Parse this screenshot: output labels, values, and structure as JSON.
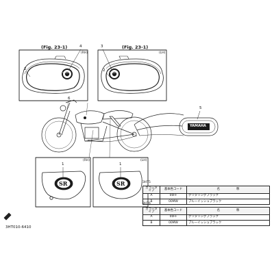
{
  "figure_refs": {
    "left": "(Fig. 23-1)",
    "right": "(Fig. 23-1)"
  },
  "side_labels": {
    "top_left": "(RH)",
    "top_right": "(LH)",
    "bottom_left": "(RH)",
    "bottom_right": "(LH)"
  },
  "callouts": {
    "tank_rh_emblem": "4",
    "tank_rh_stripe": "2",
    "tank_lh_emblem": "3",
    "tank_lh_stripe": "2",
    "bike_marker": "6",
    "cover_rh": "1",
    "cover_lh": "1",
    "tank_closeup_label": "5"
  },
  "brand_text": {
    "tank_rh_logo": "YAMAHA",
    "tank_lh_logo": "YAMAHA",
    "emblem_closeup": "YAMAHA",
    "cover_rh_logo": "SR",
    "cover_lh_logo": "SR"
  },
  "color_tables": [
    {
      "model": "3HT5",
      "headers": [
        "カラータイプ",
        "基本色コード",
        "名",
        "称"
      ],
      "rows": [
        {
          "type": "A",
          "code": "00FF",
          "name": "グリタリングブラック"
        },
        {
          "type": "B",
          "code": "00MW",
          "name": "ブルーイッシュブラック"
        }
      ]
    },
    {
      "model": "3HT6",
      "headers": [
        "カラータイプ",
        "基本色コード",
        "名",
        "称"
      ],
      "rows": [
        {
          "type": "A",
          "code": "00FF",
          "name": "グリタリングブラック"
        },
        {
          "type": "B",
          "code": "00MW",
          "name": "ブルーイッシュブラック"
        }
      ]
    }
  ],
  "diagram_code": "3HT010-6410"
}
